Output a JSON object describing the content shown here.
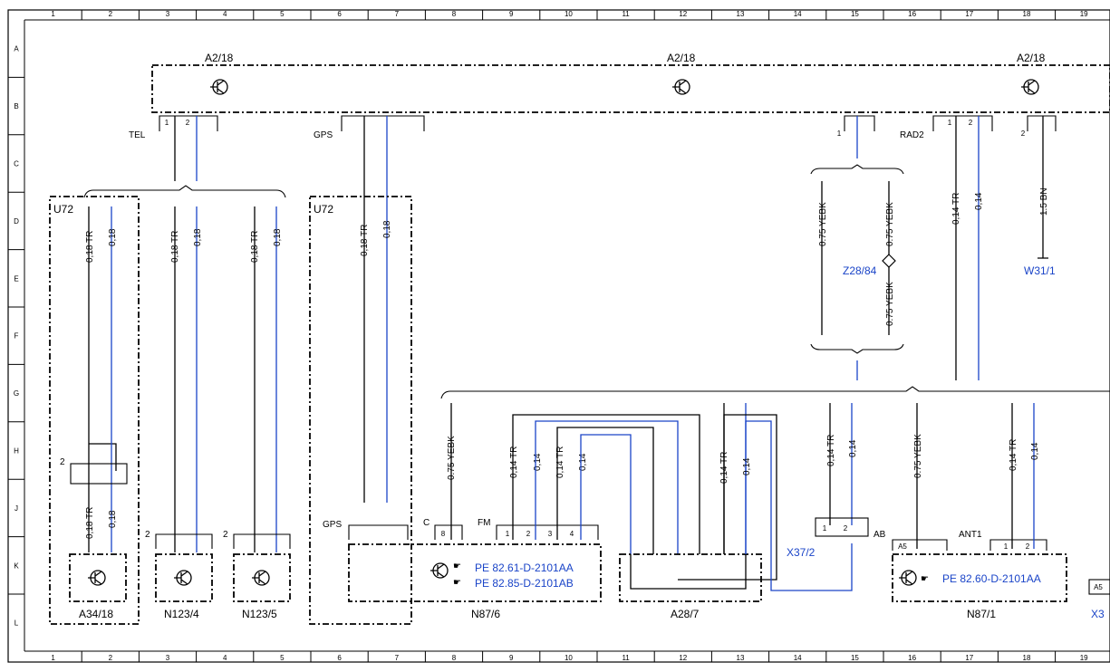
{
  "grid": {
    "columns": [
      "1",
      "2",
      "3",
      "4",
      "5",
      "6",
      "7",
      "8",
      "9",
      "10",
      "11",
      "12",
      "13",
      "14",
      "15",
      "16",
      "17",
      "18",
      "19"
    ],
    "rows": [
      "A",
      "B",
      "C",
      "D",
      "E",
      "F",
      "G",
      "H",
      "J",
      "K",
      "L"
    ]
  },
  "components": {
    "a2_18_left": "A2/18",
    "a2_18_mid": "A2/18",
    "a2_18_right": "A2/18",
    "u72_left": "U72",
    "u72_right": "U72",
    "a34_18": "A34/18",
    "n123_4": "N123/4",
    "n123_5": "N123/5",
    "n87_6": "N87/6",
    "a28_7": "A28/7",
    "n87_1": "N87/1",
    "x37_2": "X37/2",
    "z28_84": "Z28/84",
    "w31_1": "W31/1",
    "x3_partial": "X3",
    "a5_partial": "A5"
  },
  "connectors": {
    "tel": "TEL",
    "gps_top": "GPS",
    "gps_bottom": "GPS",
    "rad2": "RAD2",
    "c": "C",
    "fm": "FM",
    "ab": "AB",
    "ant1": "ANT1",
    "a5": "A5"
  },
  "pins": {
    "p1": "1",
    "p2": "2",
    "p3": "3",
    "p4": "4",
    "p8": "8",
    "u72_pin": "2",
    "n123_4_pin": "2",
    "n123_5_pin": "2",
    "x1_label": "1",
    "x2_label": "2"
  },
  "wire_labels": {
    "tr_018": "0,18 TR",
    "w_018": "0,18",
    "tr_014": "0,14 TR",
    "w_014": "0,14",
    "yebk_075": "0.75 YEBK",
    "bn_15": "1.5 BN"
  },
  "references": {
    "pe_8261": "PE 82.61-D-2101AA",
    "pe_8285": "PE 82.85-D-2101AB",
    "pe_8260": "PE 82.60-D-2101AA"
  },
  "colors": {
    "line": "#000000",
    "blue_wire": "#1a44c8",
    "background": "#ffffff"
  }
}
